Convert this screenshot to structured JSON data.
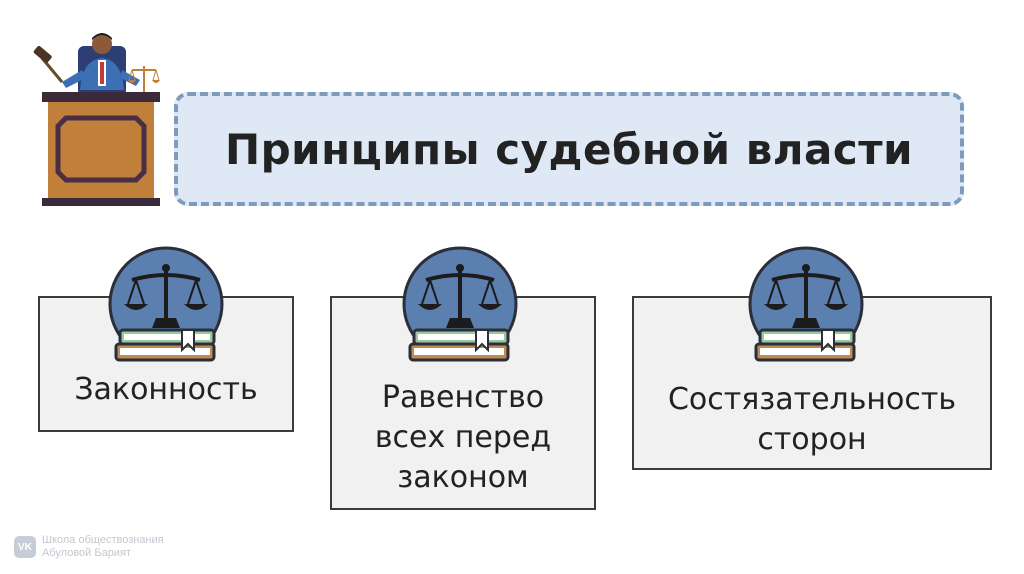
{
  "title": "Принципы судебной власти",
  "cards": [
    {
      "lines": [
        "Законность"
      ]
    },
    {
      "lines": [
        "Равенство",
        "всех перед",
        "законом"
      ]
    },
    {
      "lines": [
        "Состязательность",
        "сторон"
      ]
    }
  ],
  "watermark": {
    "badge": "VK",
    "line1": "Школа обществознания",
    "line2": "Абуловой Барият"
  },
  "icons": {
    "judge": "judge-at-bench-icon",
    "emblem": "scales-on-books-icon"
  },
  "colors": {
    "title_bg": "#dfe9f6",
    "title_border": "#7d9bbd",
    "emblem_circle": "#5b7fae",
    "card_bg": "#f1f1f1",
    "podium": "#c0803a"
  }
}
